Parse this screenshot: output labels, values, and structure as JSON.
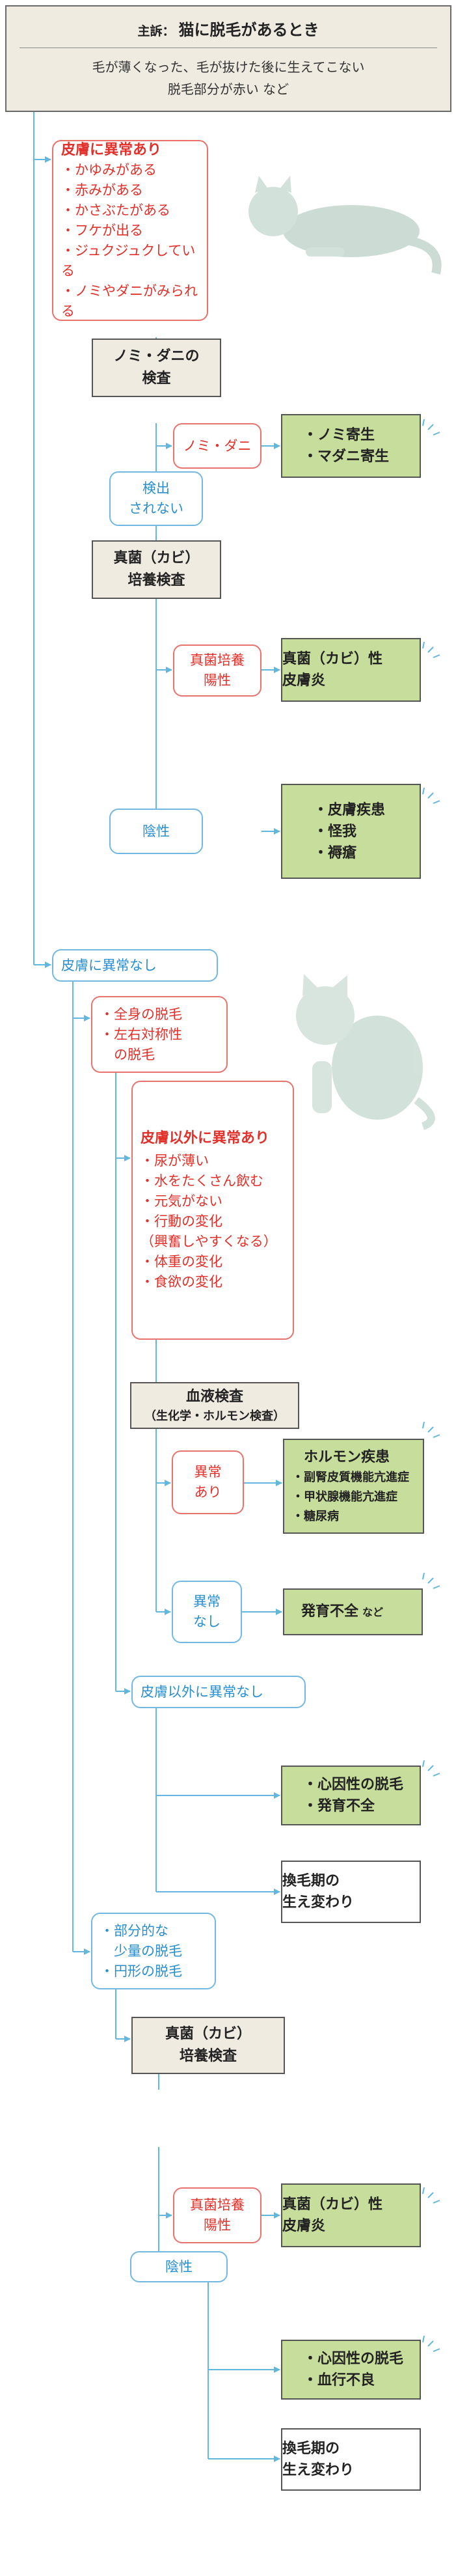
{
  "chief": {
    "label": "主訴：",
    "title": "猫に脱毛があるとき",
    "desc": [
      "毛が薄くなった、毛が抜けた後に生えてこない",
      "脱毛部分が赤い など"
    ]
  },
  "skin_abnormal": {
    "title": "皮膚に異常あり",
    "items": [
      "・かゆみがある",
      "・赤みがある",
      "・かさぶたがある",
      "・フケが出る",
      "・ジュクジュクしている",
      "・ノミやダニがみられる"
    ]
  },
  "flea_exam": [
    "ノミ・ダニの",
    "検査"
  ],
  "flea_pos": "ノミ・ダニ",
  "flea_result": [
    "・ノミ寄生",
    "・マダニ寄生"
  ],
  "not_detected": [
    "検出",
    "されない"
  ],
  "fungal_exam_1": [
    "真菌（カビ）",
    "培養検査"
  ],
  "fungal_pos_1": [
    "真菌培養",
    "陽性"
  ],
  "fungal_result_1": [
    "真菌（カビ）性",
    "皮膚炎"
  ],
  "neg_1": "陰性",
  "neg_result_1": [
    "・皮膚疾患",
    "・怪我",
    "・褥瘡"
  ],
  "skin_normal": "皮膚に異常なし",
  "symmetric": [
    "・全身の脱毛",
    "・左右対称性",
    "　の脱毛"
  ],
  "other_abnormal": {
    "title": "皮膚以外に異常あり",
    "items": [
      "・尿が薄い",
      "・水をたくさん飲む",
      "・元気がない",
      "・行動の変化",
      "（興奮しやすくなる）",
      "・体重の変化",
      "・食欲の変化"
    ]
  },
  "blood_exam": {
    "title": "血液検査",
    "sub": "（生化学・ホルモン検査）"
  },
  "abn_yes": [
    "異常",
    "あり"
  ],
  "hormone": {
    "title": "ホルモン疾患",
    "items": [
      "・副腎皮質機能亢進症",
      "・甲状腺機能亢進症",
      "・糖尿病"
    ]
  },
  "abn_no": [
    "異常",
    "なし"
  ],
  "growth": {
    "main": "発育不全",
    "suffix": "など"
  },
  "other_normal": "皮膚以外に異常なし",
  "psych_1": [
    "・心因性の脱毛",
    "・発育不全"
  ],
  "molt_1": [
    "換毛期の",
    "生え変わり"
  ],
  "partial": [
    "・部分的な",
    "　少量の脱毛",
    "・円形の脱毛"
  ],
  "fungal_exam_2": [
    "真菌（カビ）",
    "培養検査"
  ],
  "fungal_pos_2": [
    "真菌培養",
    "陽性"
  ],
  "fungal_result_2": [
    "真菌（カビ）性",
    "皮膚炎"
  ],
  "neg_2": "陰性",
  "psych_2": [
    "・心因性の脱毛",
    "・血行不良"
  ],
  "molt_2": [
    "換毛期の",
    "生え変わり"
  ],
  "colors": {
    "red": "#e2302a",
    "blue": "#2a8fd1",
    "green": "#c6dd9b",
    "beige": "#efebe1",
    "line": "#62b7df"
  }
}
